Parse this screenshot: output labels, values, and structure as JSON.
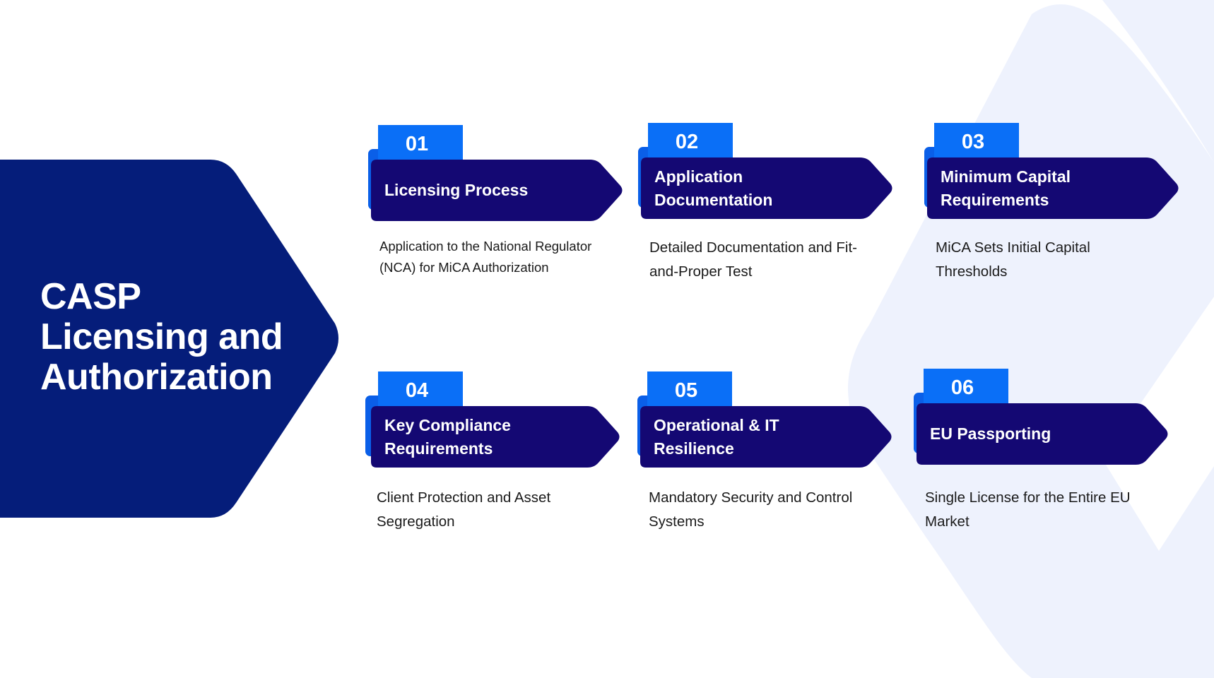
{
  "colors": {
    "hero_bg": "#051d7a",
    "card_body": "#140873",
    "tab_bg": "#0a6ff7",
    "background_shape": "#eef2fd"
  },
  "hero": {
    "title_line1": "CASP",
    "title_line2": "Licensing and",
    "title_line3": "Authorization"
  },
  "cards": [
    {
      "number": "01",
      "title": "Licensing Process",
      "description": "Application to the National Regulator (NCA) for MiCA Authorization"
    },
    {
      "number": "02",
      "title": "Application Documentation",
      "description": "Detailed Documentation and Fit-and-Proper Test"
    },
    {
      "number": "03",
      "title": "Minimum Capital Requirements",
      "description": "MiCA Sets Initial Capital Thresholds"
    },
    {
      "number": "04",
      "title": "Key Compliance Requirements",
      "description": "Client Protection and Asset Segregation"
    },
    {
      "number": "05",
      "title": "Operational & IT Resilience",
      "description": "Mandatory Security and Control Systems"
    },
    {
      "number": "06",
      "title": "EU Passporting",
      "description": "Single License for the Entire EU Market"
    }
  ]
}
